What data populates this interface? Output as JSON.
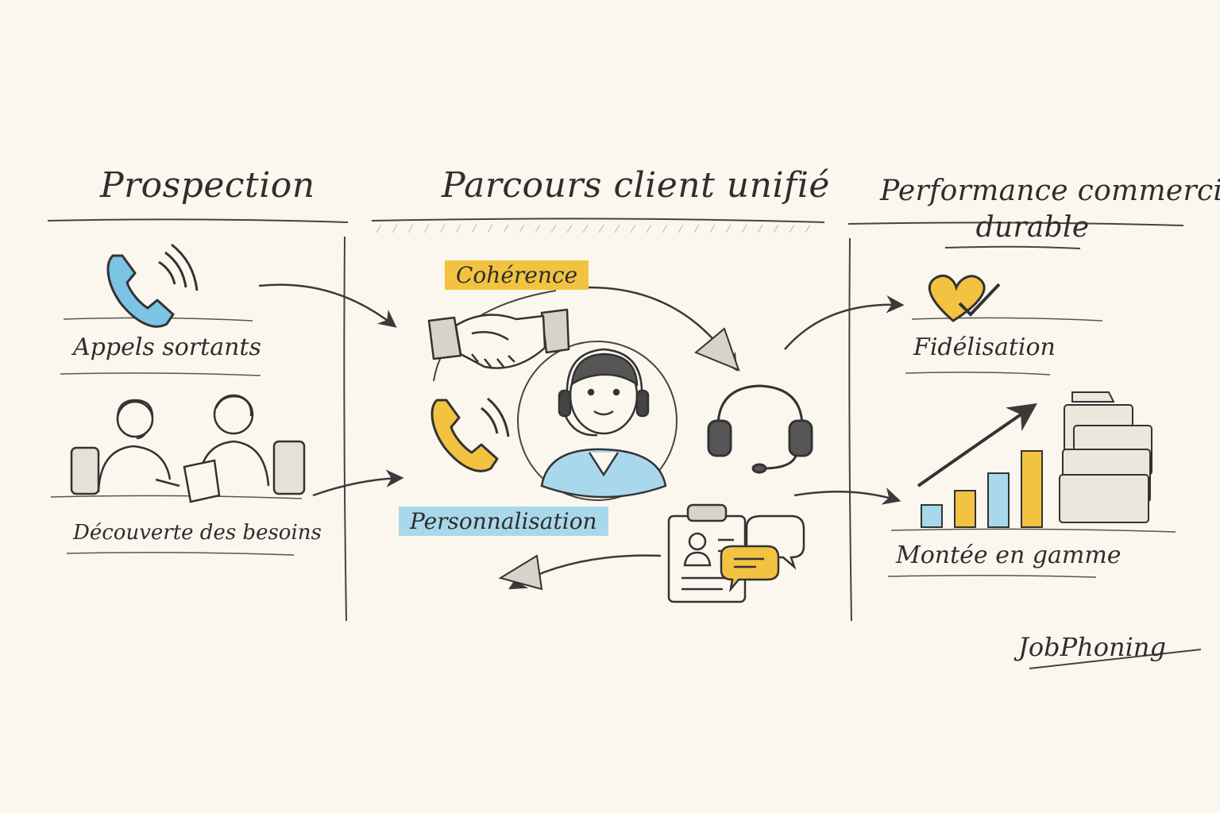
{
  "columns": {
    "left": {
      "title": "Prospection",
      "items": [
        {
          "label": "Appels sortants",
          "icon": "phone-icon"
        },
        {
          "label": "Découverte des besoins",
          "icon": "meeting-icon"
        }
      ]
    },
    "middle": {
      "title": "Parcours client unifié",
      "tags": [
        {
          "label": "Cohérence",
          "color": "#f2c340"
        },
        {
          "label": "Personnalisation",
          "color": "#a9d8ec"
        }
      ],
      "icons": [
        "handshake-icon",
        "phone-icon",
        "agent-icon",
        "headset-icon",
        "client-file-icon",
        "chat-bubble-icon"
      ]
    },
    "right": {
      "title_line1": "Performance commerciale",
      "title_line2": "durable",
      "items": [
        {
          "label": "Fidélisation",
          "icon": "heart-check-icon"
        },
        {
          "label": "Montée en gamme",
          "icon": "growth-chart-icon"
        }
      ]
    }
  },
  "brand": "JobPhoning",
  "colors": {
    "accent_yellow": "#f2c340",
    "accent_blue": "#7cc4e3",
    "ink": "#2f2f2f",
    "paper": "#fbf7ee"
  }
}
